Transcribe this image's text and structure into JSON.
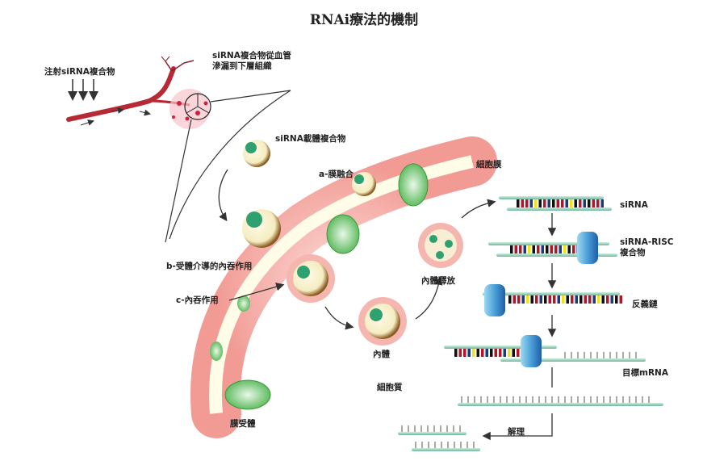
{
  "title": "RNAi療法的機制",
  "labels": {
    "injection": "注射siRNA複合物",
    "leak_line1": "siRNA複合物從血管",
    "leak_line2": "滲漏到下層組織",
    "carrier_complex": "siRNA載體複合物",
    "membrane_fusion": "a-膜融合",
    "cell_membrane": "細胞膜",
    "receptor_endocytosis": "b-受體介導的內吞作用",
    "endocytosis": "c-內吞作用",
    "endosome": "內體",
    "endosome_release": "內體釋放",
    "cytoplasm": "細胞質",
    "membrane_receptor": "膜受體",
    "sirna": "siRNA",
    "risc_line1": "siRNA-RISC",
    "risc_line2": "複合物",
    "antisense": "反義鏈",
    "target_mrna": "目標mRNA",
    "degradation": "解理"
  },
  "colors": {
    "blood_vessel": "#c0303a",
    "membrane_lipid": "#f4a9a4",
    "receptor": "#5cbf5c",
    "rna_strand": "#9fd4bf",
    "risc": "#4a9fd4",
    "base_red": "#b0182a",
    "base_yellow": "#f0e020",
    "base_blue": "#1a3a80",
    "base_black": "#111111"
  }
}
